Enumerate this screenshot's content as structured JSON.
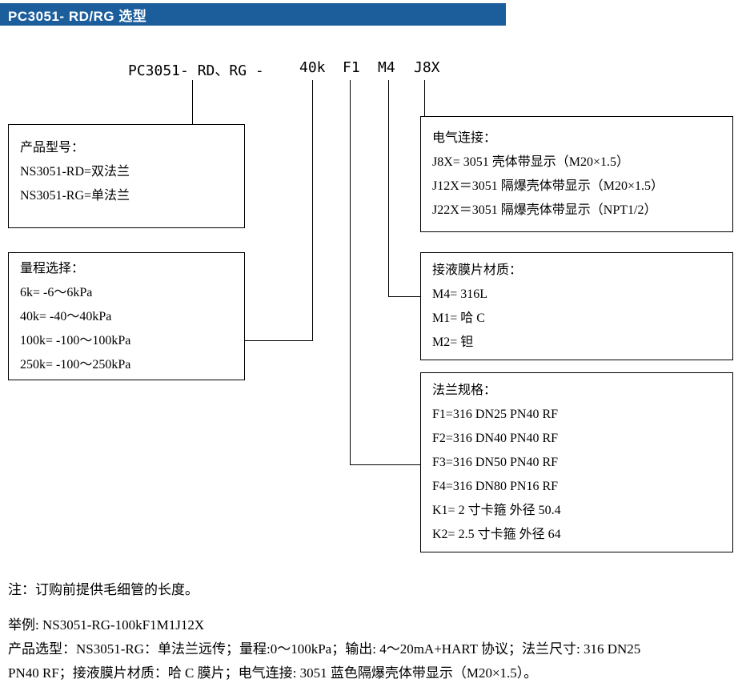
{
  "header": {
    "title": "PC3051- RD/RG 选型"
  },
  "model_code": {
    "base": "PC3051- RD、RG -",
    "range": "40k",
    "flange": "F1",
    "diaphragm": "M4",
    "electrical": "J8X"
  },
  "boxes": {
    "product_model": {
      "title": "产品型号：",
      "items": [
        "NS3051-RD=双法兰",
        "NS3051-RG=单法兰"
      ]
    },
    "range": {
      "title": "量程选择：",
      "items": [
        "6k= -6～6kPa",
        "40k= -40～40kPa",
        "100k= -100～100kPa",
        "250k= -100～250kPa"
      ]
    },
    "electrical": {
      "title": "电气连接：",
      "items": [
        "J8X= 3051 壳体带显示（M20×1.5）",
        "J12X＝3051 隔爆壳体带显示（M20×1.5）",
        "J22X＝3051 隔爆壳体带显示（NPT1/2）"
      ]
    },
    "diaphragm": {
      "title": "接液膜片材质：",
      "items": [
        "M4= 316L",
        "M1= 哈 C",
        "M2= 钽"
      ]
    },
    "flange": {
      "title": "法兰规格：",
      "items": [
        "F1=316 DN25 PN40 RF",
        "F2=316 DN40 PN40 RF",
        "F3=316 DN50 PN40 RF",
        "F4=316 DN80 PN16 RF",
        "K1= 2 寸卡箍 外径 50.4",
        "K2= 2.5 寸卡箍 外径 64"
      ]
    }
  },
  "notes": {
    "note": "注：订购前提供毛细管的长度。",
    "example_label": "举例: NS3051-RG-100kF1M1J12X",
    "example_line1": "产品选型：NS3051-RG：单法兰远传；量程:0～100kPa；输出: 4～20mA+HART 协议；法兰尺寸: 316 DN25",
    "example_line2": "PN40 RF；接液膜片材质：哈 C 膜片；电气连接: 3051 蓝色隔爆壳体带显示（M20×1.5）。"
  },
  "colors": {
    "header_bg": "#1c5d9c"
  }
}
